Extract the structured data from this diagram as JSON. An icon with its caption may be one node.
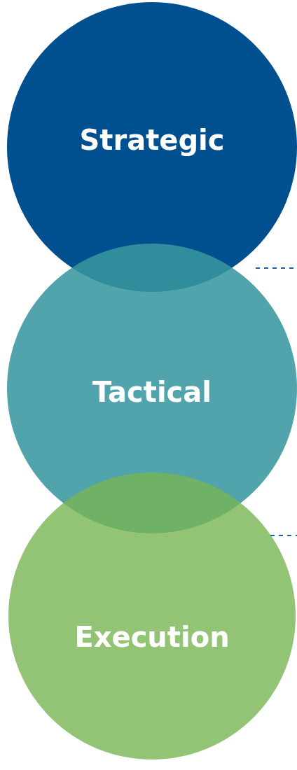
{
  "diagram": {
    "nodes": [
      {
        "text": [
          "Strategic"
        ]
      },
      {
        "text": [
          "Tactical"
        ]
      },
      {
        "text": [
          "Execution"
        ]
      }
    ],
    "edges": [
      {
        "from": 0,
        "to": null,
        "arrow": "none",
        "style": "dashed"
      },
      {
        "from": 2,
        "to": null,
        "arrow": "none",
        "style": "dashed"
      }
    ]
  }
}
